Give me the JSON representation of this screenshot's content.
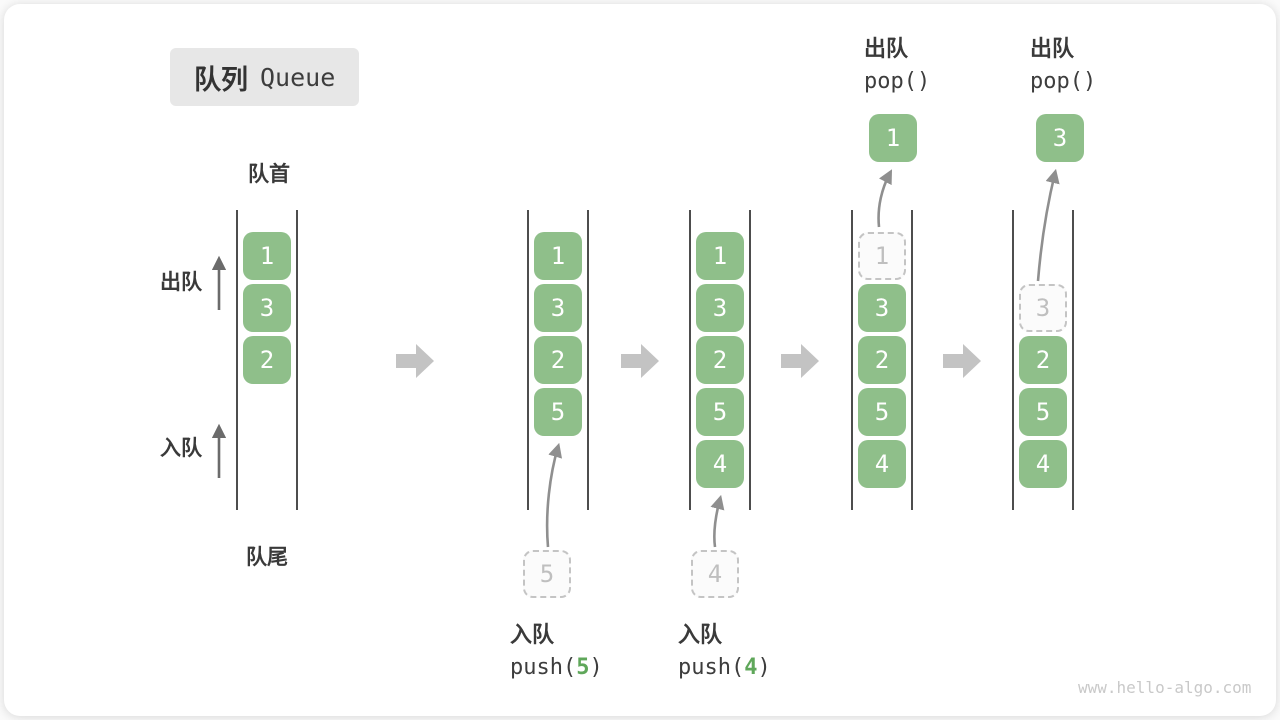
{
  "title": {
    "zh": "队列",
    "en": "Queue"
  },
  "labels": {
    "front": "队首",
    "rear": "队尾",
    "dequeue_side": "出队",
    "enqueue_side": "入队"
  },
  "colors": {
    "box_green": "#8fbf8a",
    "accent_green": "#5fa75a",
    "flow_arrow_gray": "#c3c3c3",
    "curve_arrow_gray": "#8f8f8f",
    "dashed_gray": "#c4c4c4",
    "text_dark": "#3a3a3a"
  },
  "queues": [
    {
      "slots": [
        {
          "v": "1",
          "t": "green"
        },
        {
          "v": "3",
          "t": "green"
        },
        {
          "v": "2",
          "t": "green"
        }
      ]
    },
    {
      "slots": [
        {
          "v": "1",
          "t": "green"
        },
        {
          "v": "3",
          "t": "green"
        },
        {
          "v": "2",
          "t": "green"
        },
        {
          "v": "5",
          "t": "green"
        }
      ]
    },
    {
      "slots": [
        {
          "v": "1",
          "t": "green"
        },
        {
          "v": "3",
          "t": "green"
        },
        {
          "v": "2",
          "t": "green"
        },
        {
          "v": "5",
          "t": "green"
        },
        {
          "v": "4",
          "t": "green"
        }
      ]
    },
    {
      "slots": [
        {
          "v": "1",
          "t": "dashed"
        },
        {
          "v": "3",
          "t": "green"
        },
        {
          "v": "2",
          "t": "green"
        },
        {
          "v": "5",
          "t": "green"
        },
        {
          "v": "4",
          "t": "green"
        }
      ]
    },
    {
      "slots": [
        {
          "v": "",
          "t": "empty"
        },
        {
          "v": "3",
          "t": "dashed"
        },
        {
          "v": "2",
          "t": "green"
        },
        {
          "v": "5",
          "t": "green"
        },
        {
          "v": "4",
          "t": "green"
        }
      ]
    }
  ],
  "pending": [
    {
      "v": "5"
    },
    {
      "v": "4"
    }
  ],
  "popped": [
    {
      "v": "1"
    },
    {
      "v": "3"
    }
  ],
  "push_labels": [
    {
      "zh": "入队",
      "fn": "push(",
      "arg": "5",
      "close": ")"
    },
    {
      "zh": "入队",
      "fn": "push(",
      "arg": "4",
      "close": ")"
    }
  ],
  "pop_labels": [
    {
      "zh": "出队",
      "code": "pop()"
    },
    {
      "zh": "出队",
      "code": "pop()"
    }
  ],
  "watermark": "www.hello-algo.com"
}
